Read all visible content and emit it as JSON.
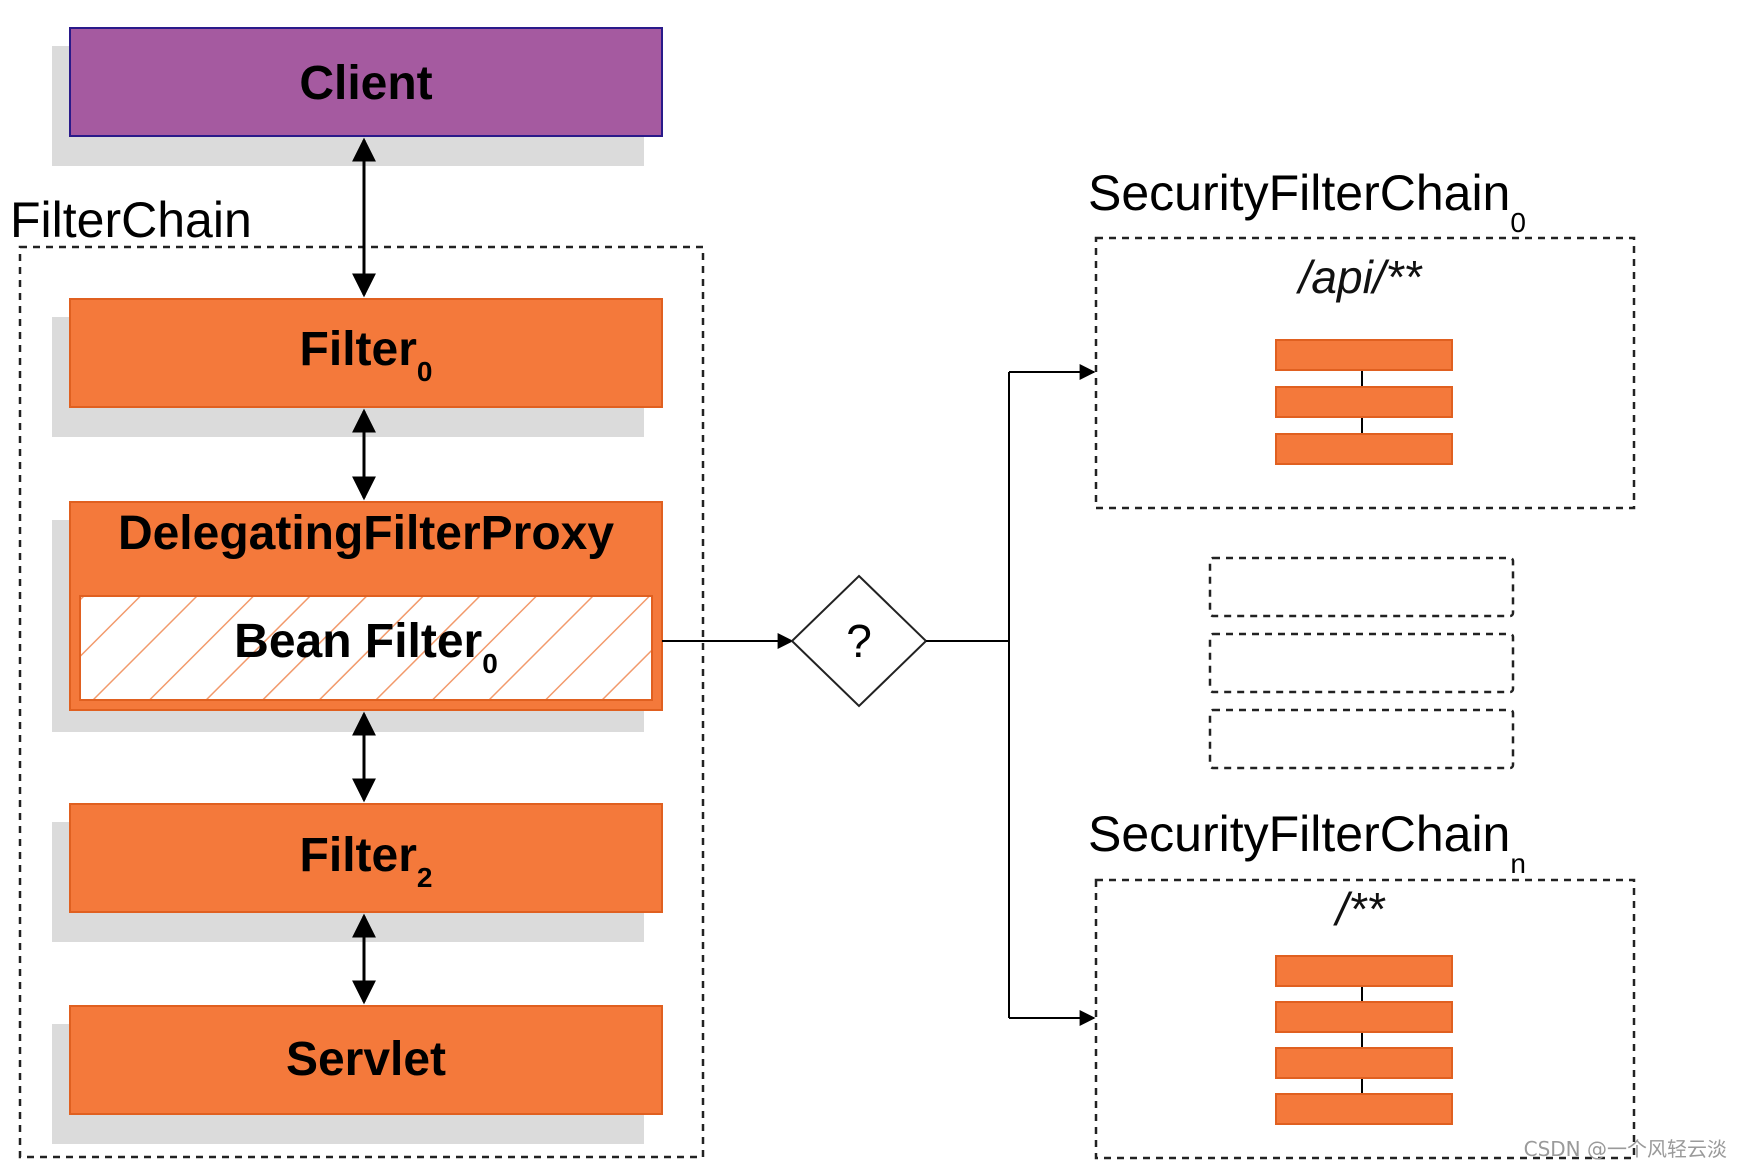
{
  "colors": {
    "client_fill": "#a55aa0",
    "client_border": "#2a1a8a",
    "filter_fill": "#f4793b",
    "filter_border": "#e06020",
    "shadow": "#bdbdbd",
    "hatch": "#f29a6c"
  },
  "client": {
    "label": "Client"
  },
  "filter_chain": {
    "title": "FilterChain",
    "filter0": {
      "label": "Filter",
      "sub": "0"
    },
    "proxy": {
      "label": "DelegatingFilterProxy",
      "bean_label": "Bean Filter",
      "bean_sub": "0"
    },
    "filter2": {
      "label": "Filter",
      "sub": "2"
    },
    "servlet": {
      "label": "Servlet"
    }
  },
  "decision": {
    "label": "?"
  },
  "security_chains": [
    {
      "title": "SecurityFilterChain",
      "sub": "0",
      "pattern": "/api/**",
      "filter_count": 3
    },
    {
      "title": "SecurityFilterChain",
      "sub": "n",
      "pattern": "/**",
      "filter_count": 4
    }
  ],
  "placeholder_chains": 3,
  "watermark": "CSDN @一个风轻云淡"
}
